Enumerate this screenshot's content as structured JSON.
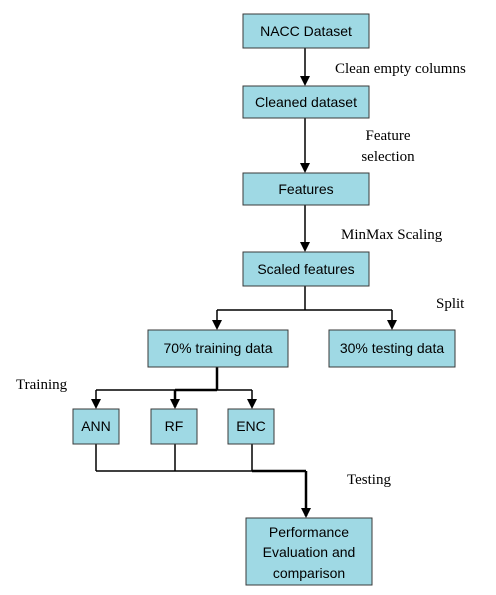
{
  "nodes": {
    "nacc": {
      "label": "NACC Dataset"
    },
    "cleaned": {
      "label": "Cleaned dataset"
    },
    "features": {
      "label": "Features"
    },
    "scaled": {
      "label": "Scaled features"
    },
    "training": {
      "label": "70% training data"
    },
    "testing": {
      "label": "30% testing data"
    },
    "ann": {
      "label": "ANN"
    },
    "rf": {
      "label": "RF"
    },
    "enc": {
      "label": "ENC"
    },
    "performance": {
      "lines": [
        "Performance",
        "Evaluation and",
        "comparison"
      ]
    }
  },
  "edge_labels": {
    "clean": "Clean empty columns",
    "feature_selection": [
      "Feature",
      "selection"
    ],
    "minmax": "MinMax Scaling",
    "split": "Split",
    "training": "Training",
    "testing": "Testing"
  },
  "colors": {
    "node_fill": "#9fd9e4",
    "node_border": "#3a3a3a",
    "line": "#000000"
  }
}
